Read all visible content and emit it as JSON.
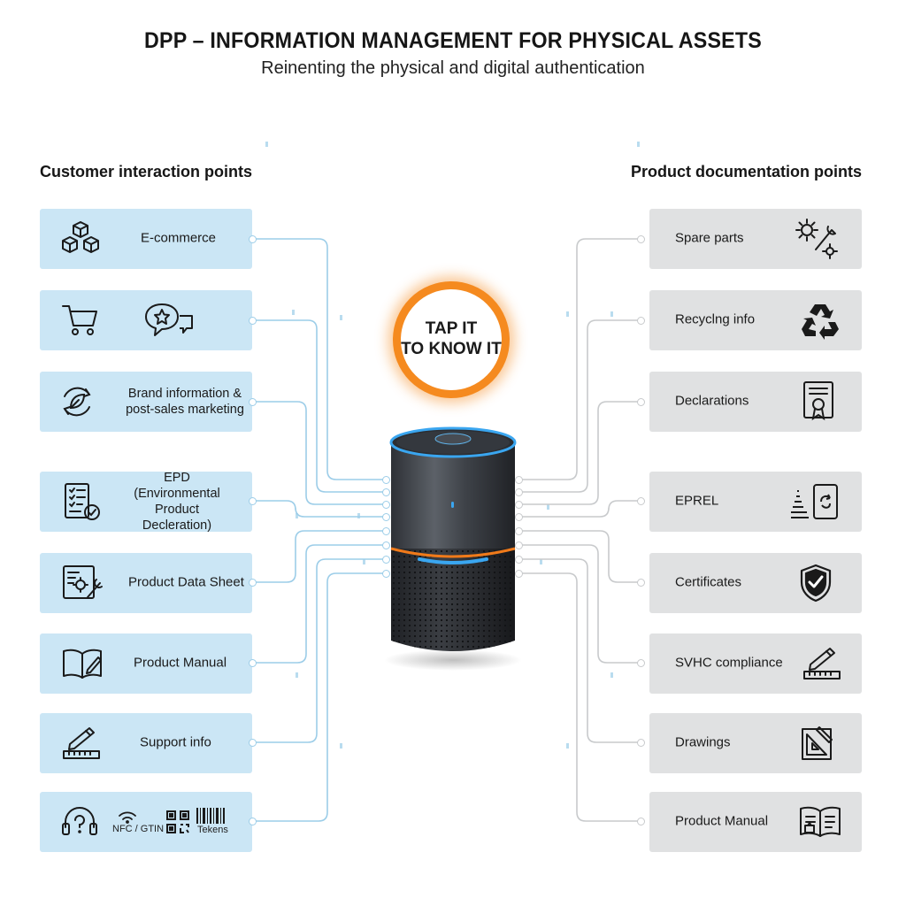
{
  "header": {
    "title": "DPP – INFORMATION MANAGEMENT FOR PHYSICAL ASSETS",
    "subtitle": "Reinenting the physical and digital authentication"
  },
  "left_column": {
    "heading": "Customer interaction points",
    "items": [
      {
        "label": "E-commerce",
        "icon": "cubes-icon"
      },
      {
        "label": "",
        "icon": "shopping-cart-icon",
        "icon2": "star-chat-icon"
      },
      {
        "label": "Brand information & post-sales marketing",
        "icon": "leaf-cycle-icon"
      },
      {
        "label": "EPD (Environmental Product Decleration)",
        "icon": "checklist-icon"
      },
      {
        "label": "Product Data Sheet",
        "icon": "datasheet-tools-icon"
      },
      {
        "label": "Product Manual",
        "icon": "open-book-icon"
      },
      {
        "label": "Support info",
        "icon": "ruler-pencil-icon"
      },
      {
        "label": "",
        "icon": "headset-question-icon",
        "extras": {
          "nfc": "NFC / GTIN",
          "tokens": "Tekens"
        }
      }
    ]
  },
  "right_column": {
    "heading": "Product documentation points",
    "items": [
      {
        "label": "Spare parts",
        "icon": "gears-wrench-icon"
      },
      {
        "label": "Recyclng info",
        "icon": "recycle-icon"
      },
      {
        "label": "Declarations",
        "icon": "certificate-doc-icon"
      },
      {
        "label": "EPREL",
        "icon": "energy-label-icon"
      },
      {
        "label": "Certificates",
        "icon": "shield-check-icon"
      },
      {
        "label": "SVHC compliance",
        "icon": "ruler-pencil-icon"
      },
      {
        "label": "Drawings",
        "icon": "drafting-icon"
      },
      {
        "label": "Product Manual",
        "icon": "manual-book-icon"
      }
    ]
  },
  "center": {
    "tap_line1": "TAP IT",
    "tap_line2": "TO KNOW IT",
    "device_icon": "smart-speaker-icon"
  },
  "colors": {
    "left_card": "#cbe6f5",
    "right_card": "#e0e1e2",
    "accent_orange": "#f58a1f",
    "accent_blue": "#3aa6f0",
    "wire_blue": "#9ccde8",
    "wire_grey": "#c8cacc"
  }
}
